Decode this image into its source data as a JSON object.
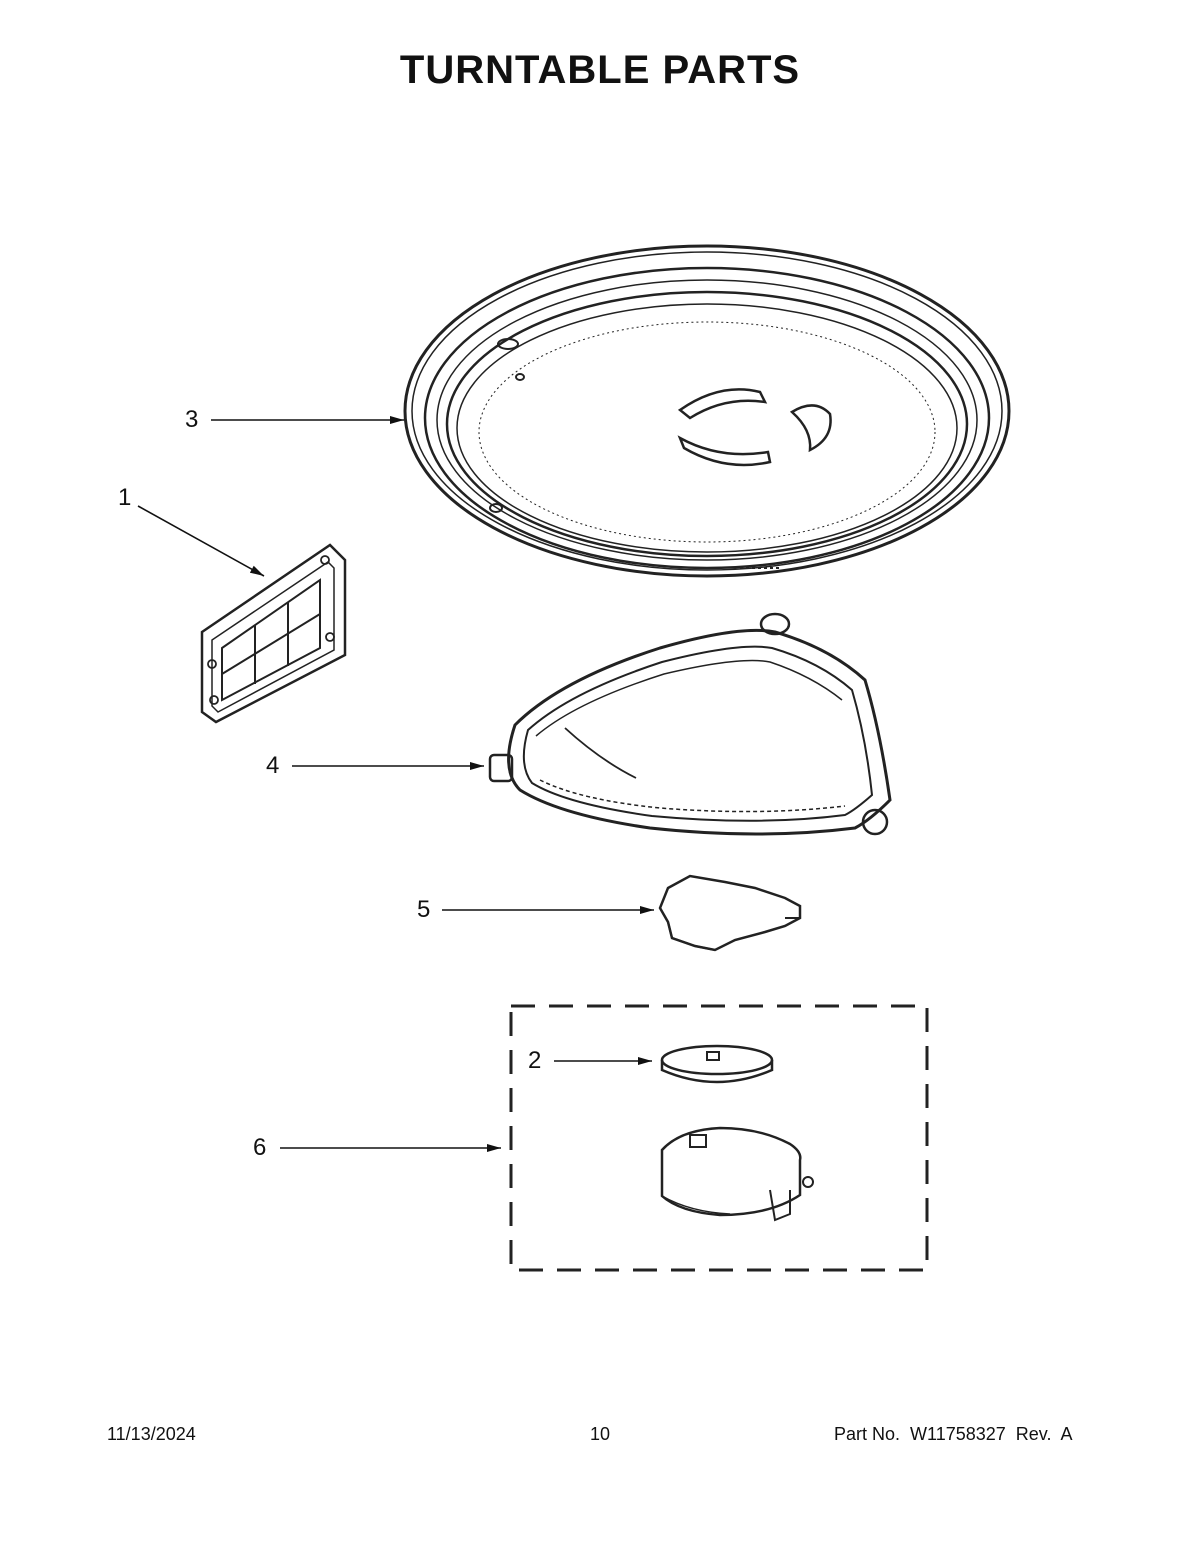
{
  "page": {
    "title": "TURNTABLE PARTS"
  },
  "callouts": {
    "c1": "1",
    "c2": "2",
    "c3": "3",
    "c4": "4",
    "c5": "5",
    "c6": "6"
  },
  "footer": {
    "date": "11/13/2024",
    "page_number": "10",
    "part_info": "Part No.  W11758327  Rev.  A"
  }
}
